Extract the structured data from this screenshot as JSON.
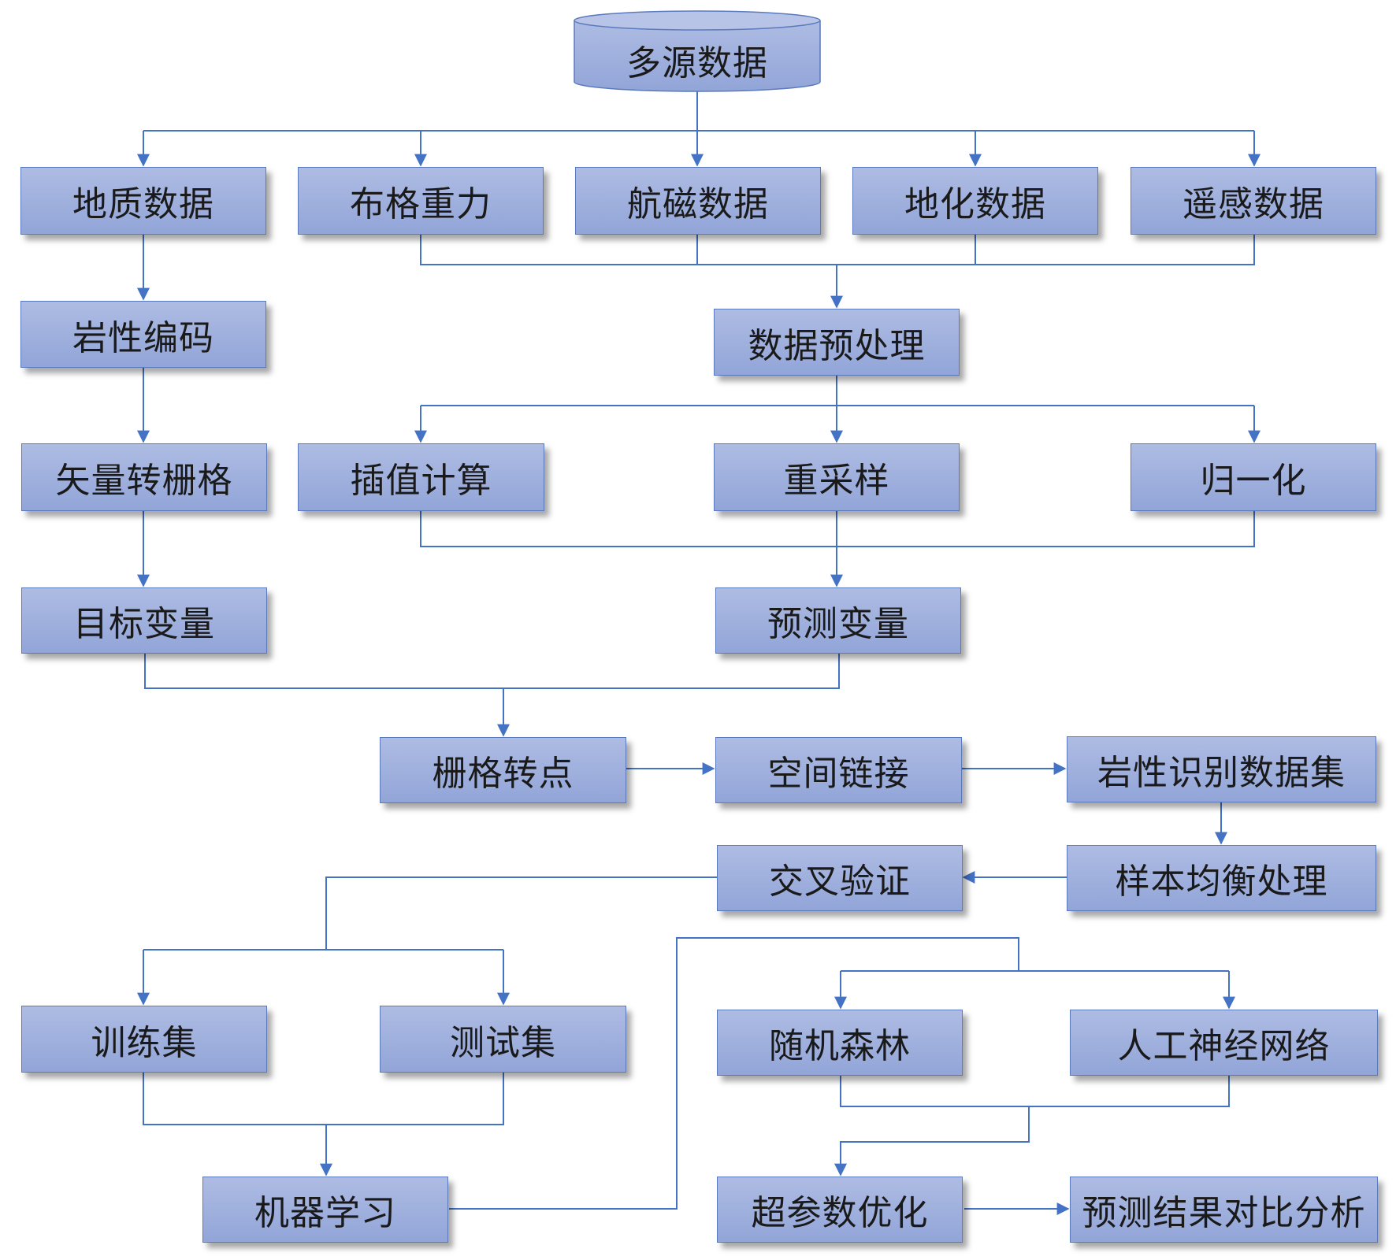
{
  "colors": {
    "box_fill_top": "#aebce3",
    "box_fill_bottom": "#92a5d8",
    "box_border": "#5b79bd",
    "connector": "#4472c4",
    "text": "#1a1a1a"
  },
  "source": {
    "label": "多源数据"
  },
  "inputs": {
    "geology": "地质数据",
    "gravity": "布格重力",
    "aeromag": "航磁数据",
    "geochem": "地化数据",
    "remote": "遥感数据"
  },
  "lithology_branch": {
    "encoding": "岩性编码",
    "vector_to_raster": "矢量转栅格",
    "target_variable": "目标变量"
  },
  "preprocess_branch": {
    "preprocess": "数据预处理",
    "interpolation": "插值计算",
    "resample": "重采样",
    "normalize": "归一化",
    "predictor_variable": "预测变量"
  },
  "dataset_branch": {
    "raster_to_point": "栅格转点",
    "spatial_join": "空间链接",
    "lithology_dataset": "岩性识别数据集",
    "balance": "样本均衡处理",
    "cross_validation": "交叉验证"
  },
  "model_branch": {
    "train_set": "训练集",
    "test_set": "测试集",
    "machine_learning": "机器学习",
    "random_forest": "随机森林",
    "ann": "人工神经网络",
    "hyperparam": "超参数优化",
    "comparison": "预测结果对比分析"
  }
}
